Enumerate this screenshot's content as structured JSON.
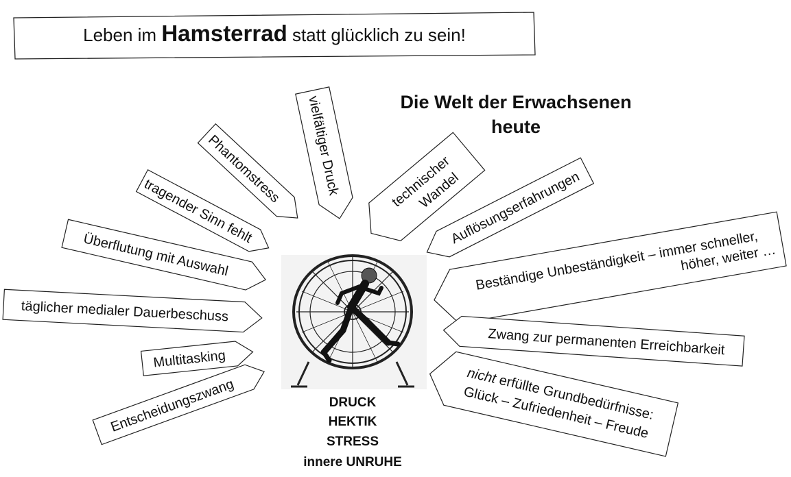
{
  "title": {
    "prefix": "Leben im ",
    "highlight": "Hamsterrad",
    "suffix": " statt glücklich zu sein!"
  },
  "heading": {
    "line1": "Die Welt der Erwachsenen",
    "line2": "heute"
  },
  "center_illustration": "hamster-wheel-runner",
  "left_arrows": [
    "Phantomstress",
    "vielfältiger Druck",
    "tragender Sinn fehlt",
    "Überflutung mit Auswahl",
    "täglicher medialer Dauerbeschuss",
    "Multitasking",
    "Entscheidungszwang"
  ],
  "right_arrows": [
    {
      "line1": "technischer",
      "line2": "Wandel"
    },
    {
      "line1": "Auflösungserfahrungen"
    },
    {
      "line1": "Beständige Unbeständigkeit – immer schneller,",
      "line2": "höher, weiter …"
    },
    {
      "line1": "Zwang zur permanenten Erreichbarkeit"
    },
    {
      "line1_italic": "nicht",
      "line1_rest": " erfüllte Grundbedürfnisse:",
      "line2": "Glück – Zufriedenheit – Freude"
    }
  ],
  "bottom_words": [
    "DRUCK",
    "HEKTIK",
    "STRESS",
    "innere UNRUHE"
  ]
}
